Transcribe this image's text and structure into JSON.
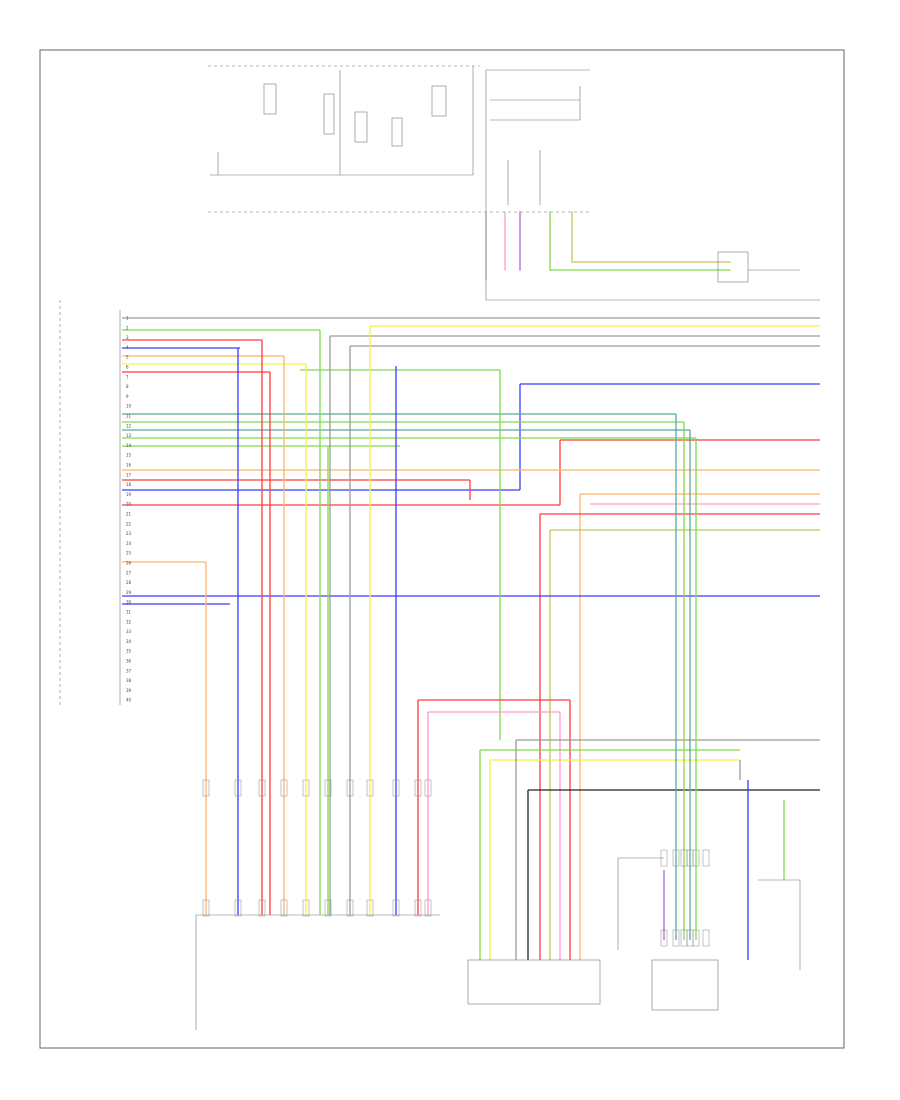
{
  "page": {
    "ref": ""
  },
  "sections": {
    "engine_control_header": "",
    "engine_circuit_label": "",
    "tcm_label": "",
    "at_transmission_label": "",
    "joint_connector_label": "",
    "shift_sensor_label": "",
    "shift_lock_label": "",
    "data_link_label": "",
    "output_speed_label": ""
  },
  "tcm_pins": [
    "1",
    "2",
    "3",
    "4",
    "5",
    "6",
    "7",
    "8",
    "9",
    "10",
    "11",
    "12",
    "13",
    "14",
    "15",
    "16",
    "17",
    "18",
    "19",
    "20",
    "21",
    "22",
    "23",
    "24",
    "25",
    "26",
    "27",
    "28",
    "29",
    "30",
    "31",
    "32",
    "33",
    "34",
    "35",
    "36",
    "37",
    "38",
    "39",
    "40"
  ],
  "wire_colors": {
    "red": "#ff3b3b",
    "blue": "#3a3aff",
    "green": "#7fdc4a",
    "yellow": "#f2f24a",
    "orange": "#ffb26b",
    "pink": "#ff9ad1",
    "gray": "#9a9a9a",
    "black": "#222222",
    "teal": "#5aa6a0",
    "violet": "#a46bd6",
    "olive": "#c6c45a",
    "cyan": "#7fe0e6"
  }
}
